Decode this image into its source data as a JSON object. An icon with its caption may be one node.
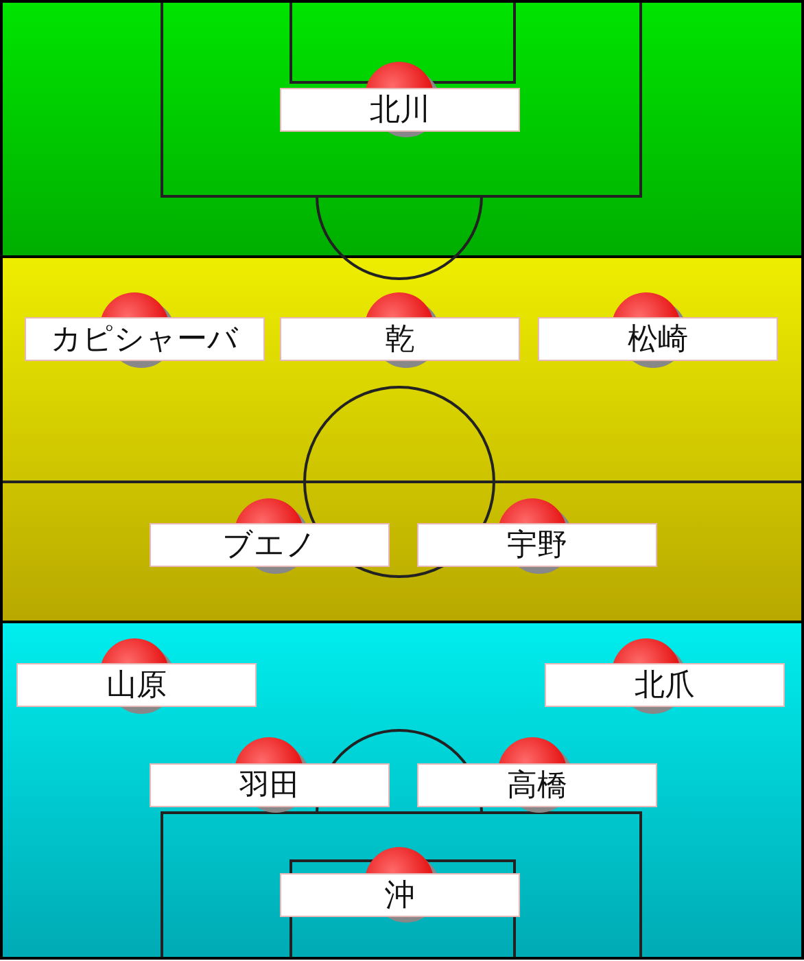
{
  "diagram": {
    "nodes": [
      {
        "text": [
          "北川"
        ]
      },
      {
        "text": [
          "カピシャーバ"
        ]
      },
      {
        "text": [
          "乾"
        ]
      },
      {
        "text": [
          "松崎"
        ]
      },
      {
        "text": [
          "ブエノ"
        ]
      },
      {
        "text": [
          "宇野"
        ]
      },
      {
        "text": [
          "山原"
        ]
      },
      {
        "text": [
          "北爪"
        ]
      },
      {
        "text": [
          "羽田"
        ]
      },
      {
        "text": [
          "高橋"
        ]
      },
      {
        "text": [
          "沖"
        ]
      }
    ]
  }
}
